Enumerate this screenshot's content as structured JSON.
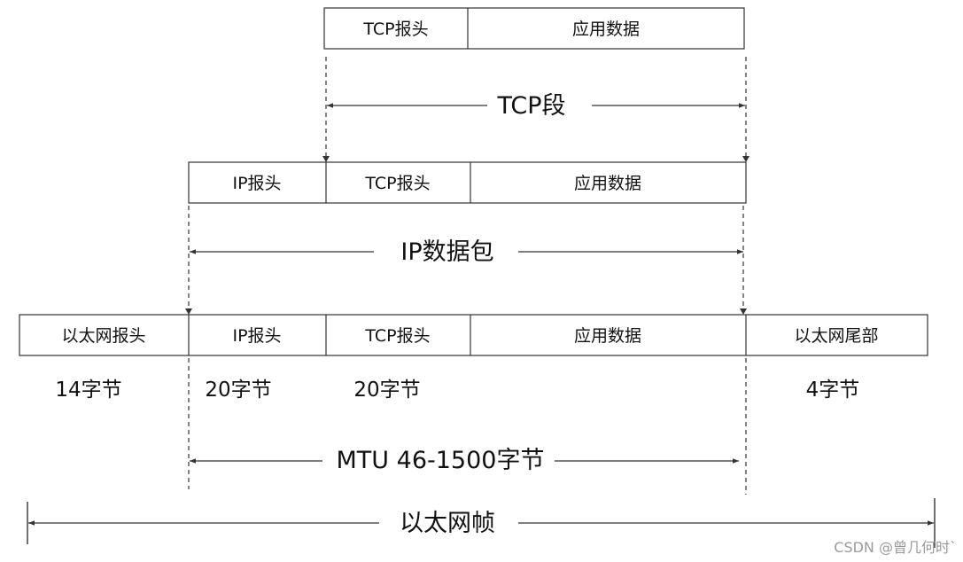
{
  "labels": {
    "tcp_header": "TCP报头",
    "app_data": "应用数据",
    "ip_header": "IP报头",
    "eth_header": "以太网报头",
    "eth_trailer": "以太网尾部",
    "tcp_segment": "TCP段",
    "ip_packet": "IP数据包",
    "mtu": "MTU 46-1500字节",
    "eth_frame": "以太网帧"
  },
  "sizes": {
    "eth_header": "14字节",
    "ip_header": "20字节",
    "tcp_header": "20字节",
    "eth_trailer": "4字节"
  },
  "watermark": "CSDN @曾几何时`"
}
